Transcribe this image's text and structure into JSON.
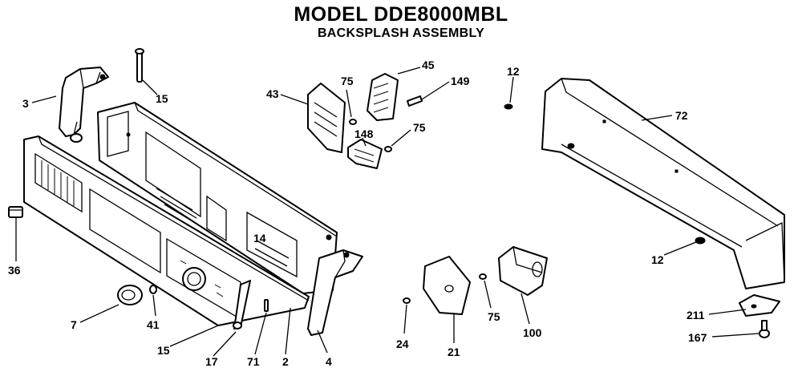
{
  "header": {
    "title": "MODEL DDE8000MBL",
    "subtitle": "BACKSPLASH ASSEMBLY"
  },
  "callouts": [
    {
      "id": "c3",
      "label": "3"
    },
    {
      "id": "c15a",
      "label": "15"
    },
    {
      "id": "c43",
      "label": "43"
    },
    {
      "id": "c75a",
      "label": "75"
    },
    {
      "id": "c45",
      "label": "45"
    },
    {
      "id": "c149",
      "label": "149"
    },
    {
      "id": "c148",
      "label": "148"
    },
    {
      "id": "c75b",
      "label": "75"
    },
    {
      "id": "c12a",
      "label": "12"
    },
    {
      "id": "c72",
      "label": "72"
    },
    {
      "id": "c36",
      "label": "36"
    },
    {
      "id": "c14",
      "label": "14"
    },
    {
      "id": "c12b",
      "label": "12"
    },
    {
      "id": "c7",
      "label": "7"
    },
    {
      "id": "c41",
      "label": "41"
    },
    {
      "id": "c15b",
      "label": "15"
    },
    {
      "id": "c17",
      "label": "17"
    },
    {
      "id": "c71",
      "label": "71"
    },
    {
      "id": "c2",
      "label": "2"
    },
    {
      "id": "c4",
      "label": "4"
    },
    {
      "id": "c24",
      "label": "24"
    },
    {
      "id": "c21",
      "label": "21"
    },
    {
      "id": "c75c",
      "label": "75"
    },
    {
      "id": "c100",
      "label": "100"
    },
    {
      "id": "c211",
      "label": "211"
    },
    {
      "id": "c167",
      "label": "167"
    }
  ]
}
